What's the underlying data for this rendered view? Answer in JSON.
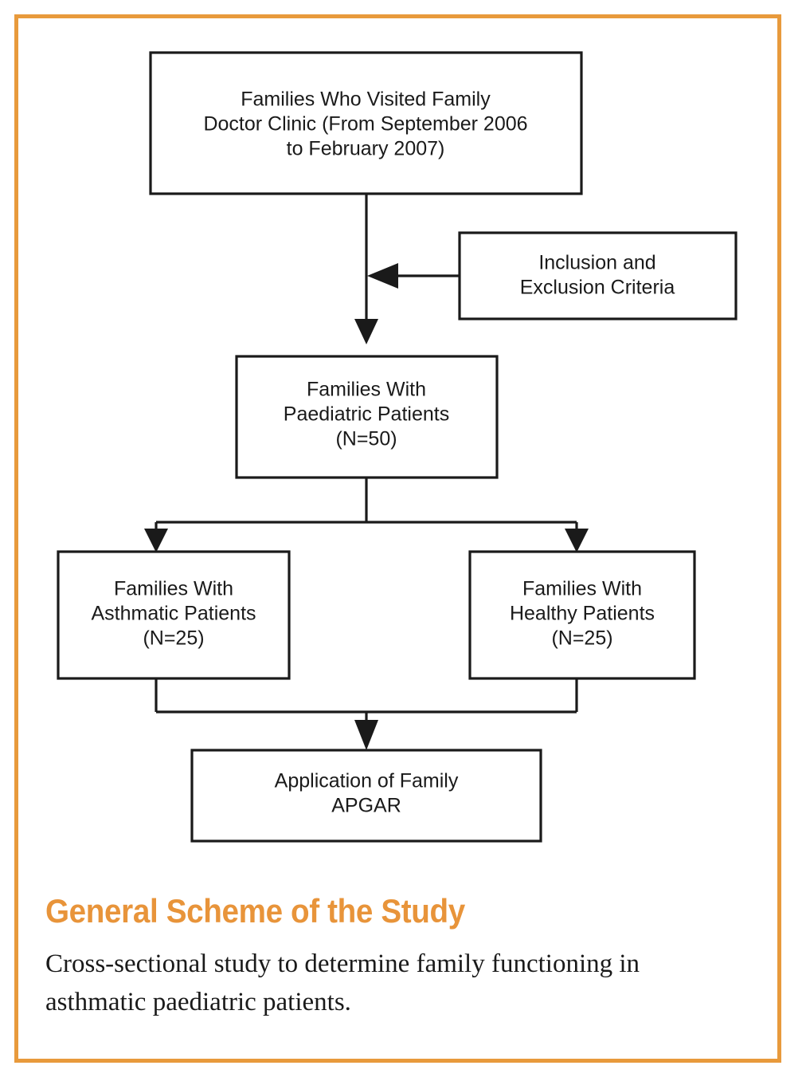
{
  "figure": {
    "title": "General Scheme of the Study",
    "caption": "Cross-sectional study to determine family functioning in asthmatic paediatric patients.",
    "border_color": "#e89a3c",
    "title_color": "#e8943a",
    "line_color": "#1a1a1a"
  },
  "nodes": {
    "source_population": {
      "id": "source-population",
      "lines": [
        "Families Who Visited Family",
        "Doctor Clinic (From September 2006",
        "to February 2007)"
      ]
    },
    "criteria": {
      "id": "inclusion-exclusion-criteria",
      "lines": [
        "Inclusion and",
        "Exclusion Criteria"
      ]
    },
    "paediatric": {
      "id": "families-with-paediatric-patients",
      "lines": [
        "Families With",
        "Paediatric Patients",
        "(N=50)"
      ],
      "sample_size": "N=50"
    },
    "asthmatic": {
      "id": "families-with-asthmatic-patients",
      "lines": [
        "Families With",
        "Asthmatic Patients",
        "(N=25)"
      ],
      "sample_size": "N=25"
    },
    "healthy": {
      "id": "families-with-healthy-patients",
      "lines": [
        "Families With",
        "Healthy Patients",
        "(N=25)"
      ],
      "sample_size": "N=25"
    },
    "apgar": {
      "id": "application-of-family-apgar",
      "lines": [
        "Application of Family",
        "APGAR"
      ]
    }
  },
  "flow_edges": [
    {
      "from": "source_population",
      "to": "paediatric",
      "style": "arrow-down"
    },
    {
      "from": "criteria",
      "to": "paediatric",
      "style": "arrow-left-into-trunk"
    },
    {
      "from": "paediatric",
      "to": "asthmatic",
      "style": "split-arrow-down"
    },
    {
      "from": "paediatric",
      "to": "healthy",
      "style": "split-arrow-down"
    },
    {
      "from": "asthmatic",
      "to": "apgar",
      "style": "merge-arrow-down"
    },
    {
      "from": "healthy",
      "to": "apgar",
      "style": "merge-arrow-down"
    }
  ]
}
